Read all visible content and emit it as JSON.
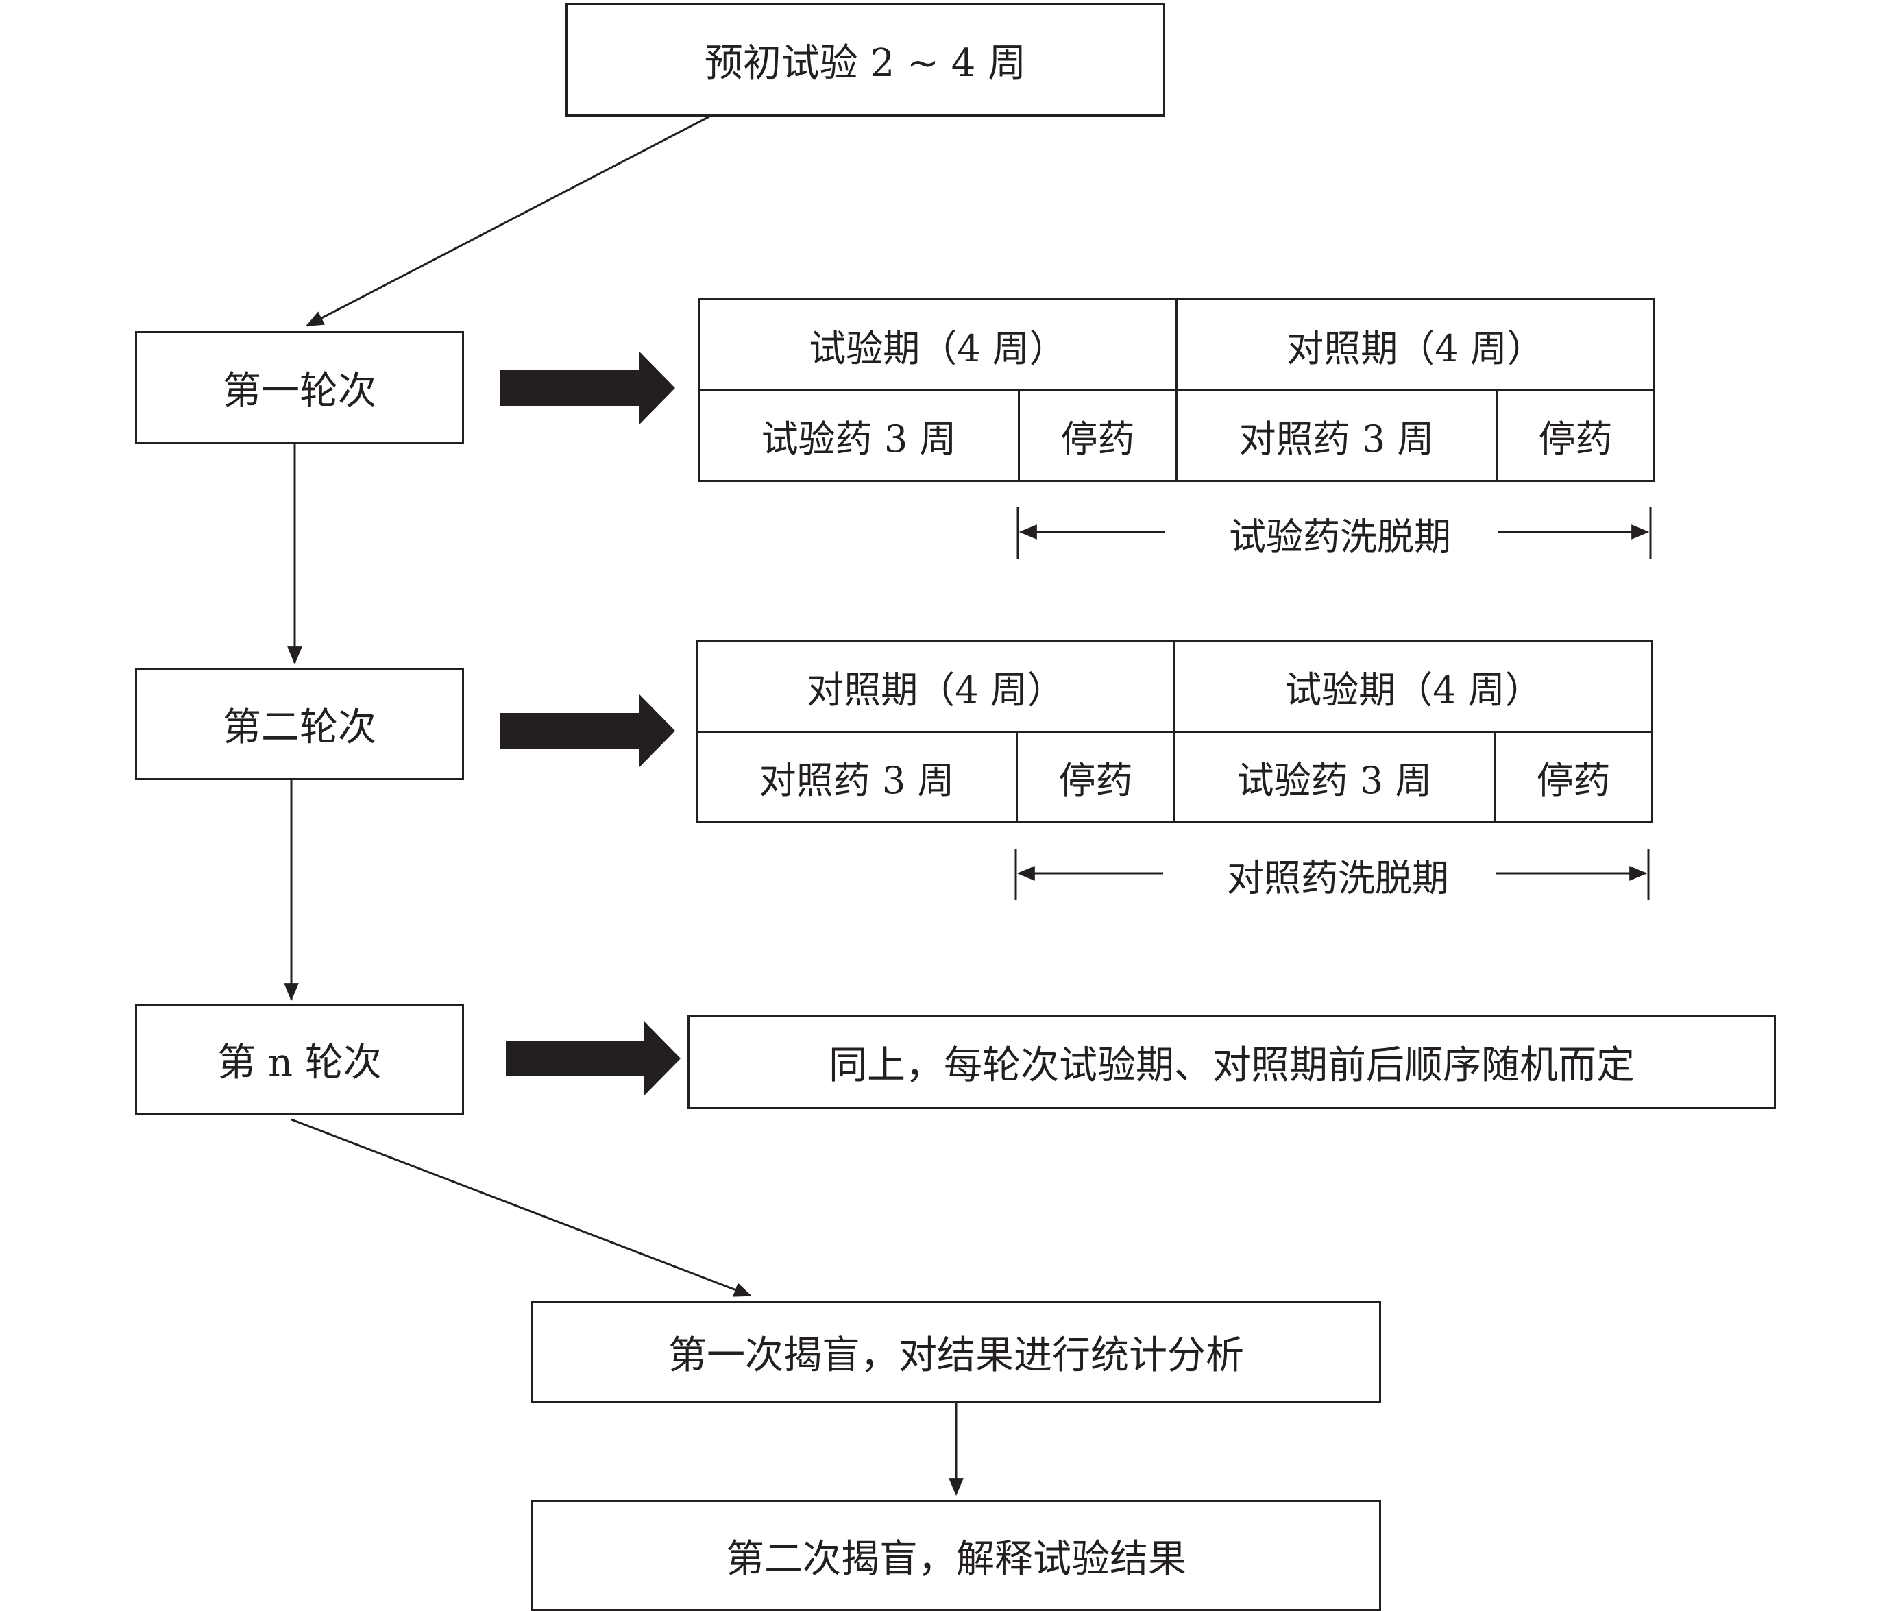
{
  "pretrial": "预初试验 2 ~ 4 周",
  "rounds": [
    {
      "label": "第一轮次"
    },
    {
      "label": "第二轮次"
    },
    {
      "label": "第 n 轮次"
    }
  ],
  "round1": {
    "period_a": "试验期（4 周）",
    "period_b": "对照期（4 周）",
    "drug_a": "试验药 3 周",
    "stop_a": "停药",
    "drug_b": "对照药 3 周",
    "stop_b": "停药",
    "washout": "试验药洗脱期"
  },
  "round2": {
    "period_a": "对照期（4 周）",
    "period_b": "试验期（4 周）",
    "drug_a": "对照药 3 周",
    "stop_a": "停药",
    "drug_b": "试验药 3 周",
    "stop_b": "停药",
    "washout": "对照药洗脱期"
  },
  "roundn_note": "同上，每轮次试验期、对照期前后顺序随机而定",
  "unblind_1": "第一次揭盲，对结果进行统计分析",
  "unblind_2": "第二次揭盲，解释试验结果"
}
